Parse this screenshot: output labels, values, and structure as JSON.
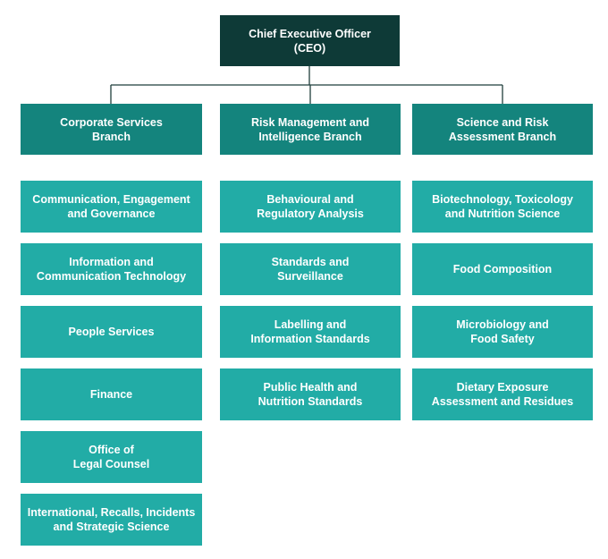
{
  "ceo": {
    "label": "Chief Executive Officer\n(CEO)"
  },
  "branches": [
    {
      "label": "Corporate Services\nBranch",
      "units": [
        "Communication, Engagement\nand Governance",
        "Information and\nCommunication Technology",
        "People Services",
        "Finance",
        "Office of\nLegal Counsel",
        "International, Recalls, Incidents\nand Strategic Science"
      ]
    },
    {
      "label": "Risk Management and\nIntelligence Branch",
      "units": [
        "Behavioural and\nRegulatory Analysis",
        "Standards and\nSurveillance",
        "Labelling and\nInformation Standards",
        "Public Health and\nNutrition Standards"
      ]
    },
    {
      "label": "Science and Risk\nAssessment Branch",
      "units": [
        "Biotechnology, Toxicology\nand Nutrition Science",
        "Food Composition",
        "Microbiology and\nFood Safety",
        "Dietary Exposure\nAssessment and Residues"
      ]
    }
  ],
  "colors": {
    "ceo": "#0e3a37",
    "branch": "#14847d",
    "unit": "#22aca6",
    "connector": "#1f3f3c"
  }
}
